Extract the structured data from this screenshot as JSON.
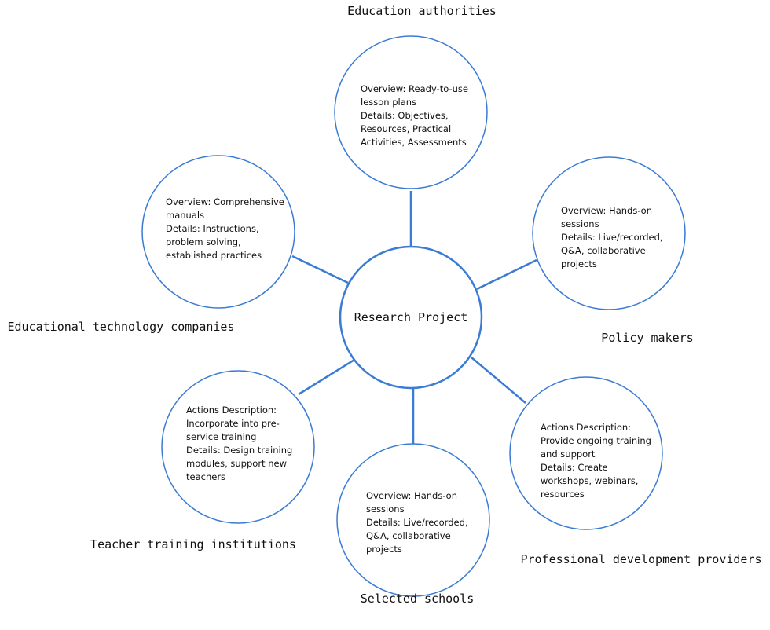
{
  "colors": {
    "stroke": "#3a7bd5",
    "text": "#111111",
    "background": "#ffffff"
  },
  "center": {
    "label": "Research Project"
  },
  "nodes": [
    {
      "id": "education-authorities",
      "label": "Education authorities",
      "lines": [
        "Overview: Ready-to-use",
        "lesson plans",
        "Details: Objectives,",
        "Resources, Practical",
        "Activities, Assessments"
      ]
    },
    {
      "id": "policy-makers",
      "label": "Policy makers",
      "lines": [
        "Overview: Hands-on",
        "sessions",
        "Details: Live/recorded,",
        "Q&A, collaborative",
        "projects"
      ]
    },
    {
      "id": "professional-development-providers",
      "label": "Professional development providers",
      "lines": [
        "Actions Description:",
        "Provide ongoing training",
        "and support",
        "Details: Create",
        "workshops, webinars,",
        "resources"
      ]
    },
    {
      "id": "selected-schools",
      "label": "Selected schools",
      "lines": [
        "Overview: Hands-on",
        "sessions",
        "Details: Live/recorded,",
        "Q&A, collaborative",
        "projects"
      ]
    },
    {
      "id": "teacher-training-institutions",
      "label": "Teacher training institutions",
      "lines": [
        "Actions Description:",
        "Incorporate into pre-",
        "service training",
        "Details: Design training",
        "modules, support new",
        "teachers"
      ]
    },
    {
      "id": "educational-technology-companies",
      "label": "Educational technology companies",
      "lines": [
        "Overview: Comprehensive",
        "manuals",
        "Details: Instructions,",
        "problem solving,",
        "established practices"
      ]
    }
  ]
}
